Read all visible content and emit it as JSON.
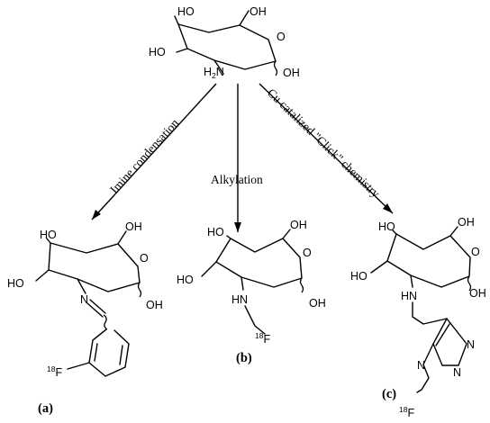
{
  "reactions": {
    "imine": "Imine condensation",
    "alkylation": "Alkylation",
    "click": "Cu catalized \"Click\" chemistry"
  },
  "atoms": {
    "oh": "OH",
    "ho": "HO",
    "o": "O",
    "h2n": "H",
    "h2n_sub": "2",
    "h2n_n": "N",
    "n": "N",
    "hn": "HN",
    "f": "F",
    "f18": "18"
  },
  "captions": {
    "a": "(a)",
    "b": "(b)",
    "c": "(c)"
  }
}
